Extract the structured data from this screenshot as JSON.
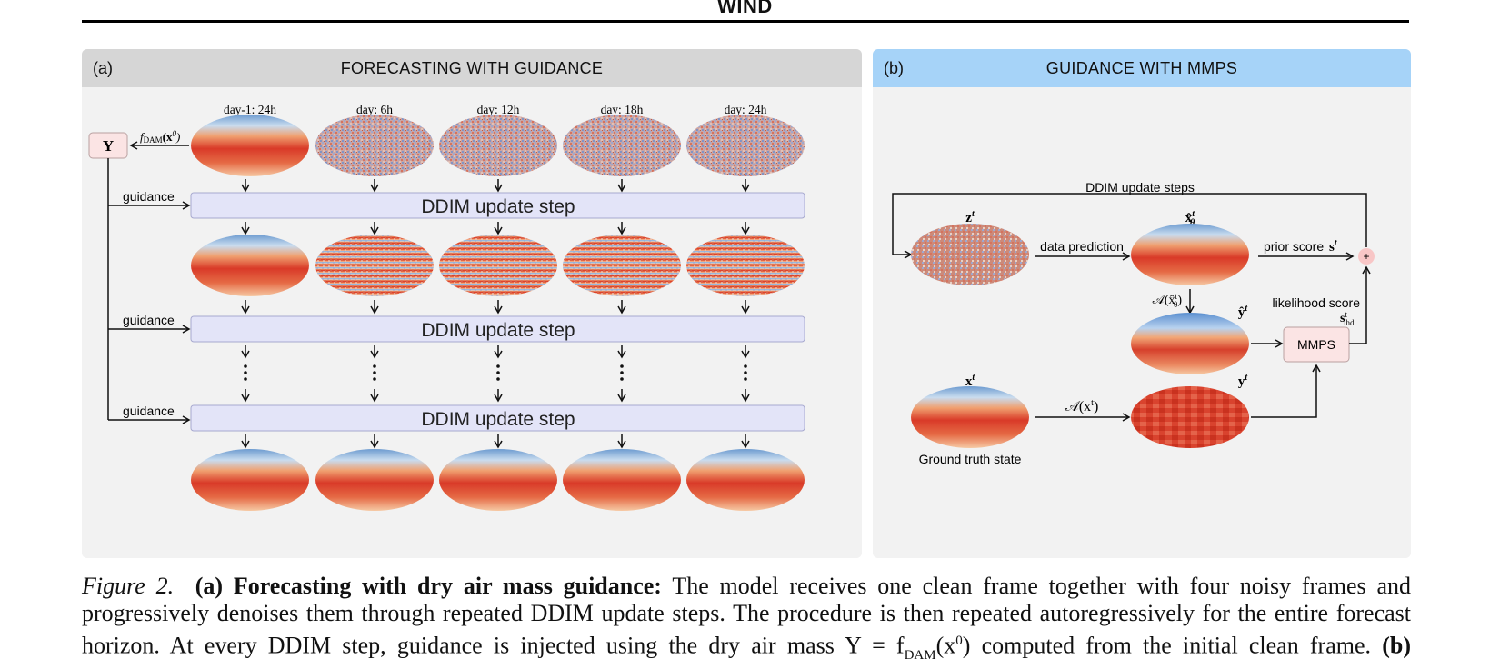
{
  "page_title": "WIND",
  "panel_a": {
    "tag": "(a)",
    "title": "FORECASTING WITH GUIDANCE",
    "y_label": "Y",
    "f_label": "f",
    "f_sub": "DAM",
    "f_arg": "(x",
    "f_sup": "0",
    "f_close": ")",
    "day_labels": [
      "day-1: 24h",
      "day: 6h",
      "day: 12h",
      "day: 18h",
      "day: 24h"
    ],
    "guidance_label": "guidance",
    "ddim_label": "DDIM update step"
  },
  "panel_b": {
    "tag": "(b)",
    "title": "GUIDANCE WITH MMPS",
    "loop_label": "DDIM update steps",
    "z_label": "z",
    "z_sup": "t",
    "data_prediction": "data prediction",
    "xhat_label": "x̂",
    "xhat_sup": "t",
    "xhat_sub": "θ",
    "prior_score": "prior score",
    "s_label": "s",
    "s_sup": "t",
    "plus": "+",
    "a_xhat": "𝒜(x̂",
    "a_xhat_close": ")",
    "yhat_label": "ŷ",
    "yhat_sup": "t",
    "likelihood_score": "likelihood score",
    "s_lhd": "s",
    "s_lhd_sub": "lhd",
    "s_lhd_sup": "t",
    "mmps": "MMPS",
    "x_label": "x",
    "x_sup": "t",
    "a_x": "𝒜(x",
    "a_x_close": ")",
    "y_label": "y",
    "y_sup": "t",
    "ground_truth": "Ground truth state"
  },
  "caption": {
    "fig_label": "Figure 2.",
    "bold_part": "(a) Forecasting with dry air mass guidance:",
    "line1_rest": "The model receives one clean frame together with four noisy frames and",
    "line2": "progressively denoises them through repeated DDIM update steps. The procedure is then repeated autoregressively for the entire forecast",
    "line3": "horizon. At every DDIM step, guidance is injected using the dry air mass Y = f",
    "line3_sub": "DAM",
    "line3_cont": "(x",
    "line3_sup": "0",
    "line3_end": ") computed from the initial clean frame.",
    "line3_bold": "(b)"
  },
  "colors": {
    "panel_a_header": "#d6d6d6",
    "panel_b_header": "#a6d3f8",
    "panel_bg": "#f2f2f2",
    "ddim_box": "#e3e4f8",
    "mmps_box": "#fbe4e4",
    "y_box": "#fbe4e4",
    "plus_circle": "#f8c6c6",
    "map_warm": "#d9412f",
    "map_cold": "#4a7fc0"
  },
  "icons": [
    "globe-map-icon",
    "arrow-down-icon",
    "arrow-right-icon",
    "plus-icon"
  ]
}
